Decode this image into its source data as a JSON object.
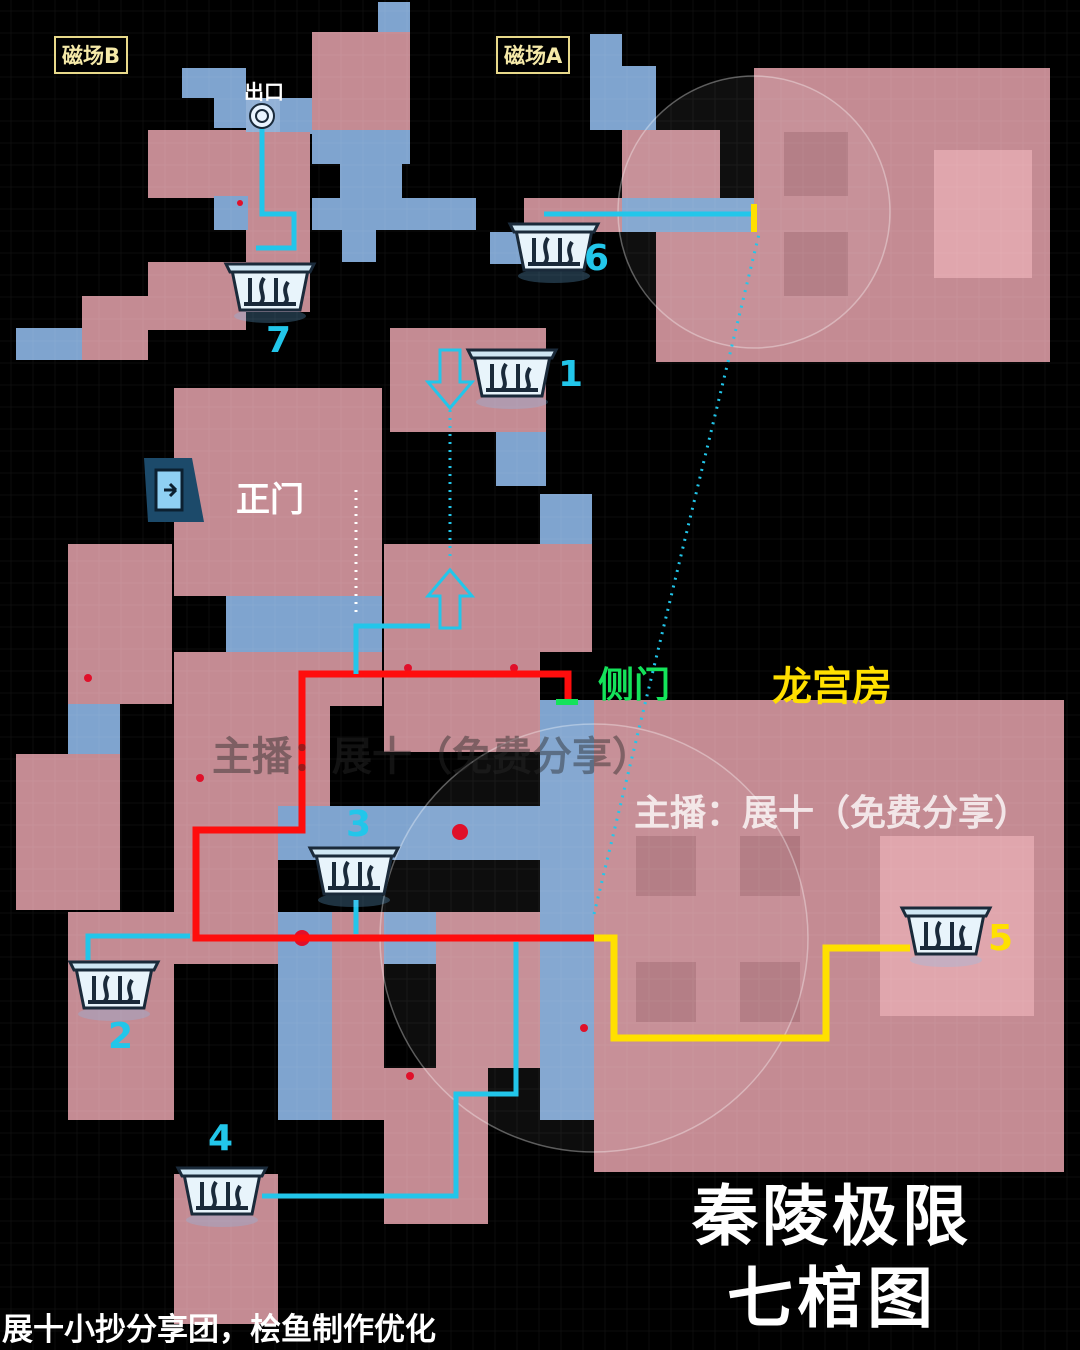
{
  "map": {
    "zone_labels": {
      "field_b": "磁场B",
      "field_a": "磁场A"
    },
    "exit_label": "出口",
    "main_gate_label": "正门",
    "side_door_label": "侧门",
    "dragon_palace_label": "龙宫房",
    "watermark_streamer": "主播：展十（免费分享）",
    "coffins": [
      {
        "number": "1",
        "route": "blue"
      },
      {
        "number": "2",
        "route": "blue"
      },
      {
        "number": "3",
        "route": "blue"
      },
      {
        "number": "4",
        "route": "blue"
      },
      {
        "number": "5",
        "route": "yellow"
      },
      {
        "number": "6",
        "route": "blue"
      },
      {
        "number": "7",
        "route": "blue"
      }
    ],
    "title_line1": "秦陵极限",
    "title_line2": "七棺图",
    "credit": "展十小抄分享团，桧鱼制作优化"
  },
  "colors": {
    "background": "#000000",
    "room_pink": "#c48b93",
    "room_blue": "#7fa4cf",
    "route_red": "#ff0d0d",
    "route_cyan": "#22c6ea",
    "route_yellow": "#ffe000",
    "side_door_green": "#14e35a"
  },
  "icons": {
    "coffin": "coffin-icon",
    "exit": "exit-portal-icon",
    "main_gate": "gate-door-icon",
    "arrow": "arrow-outline-icon"
  }
}
